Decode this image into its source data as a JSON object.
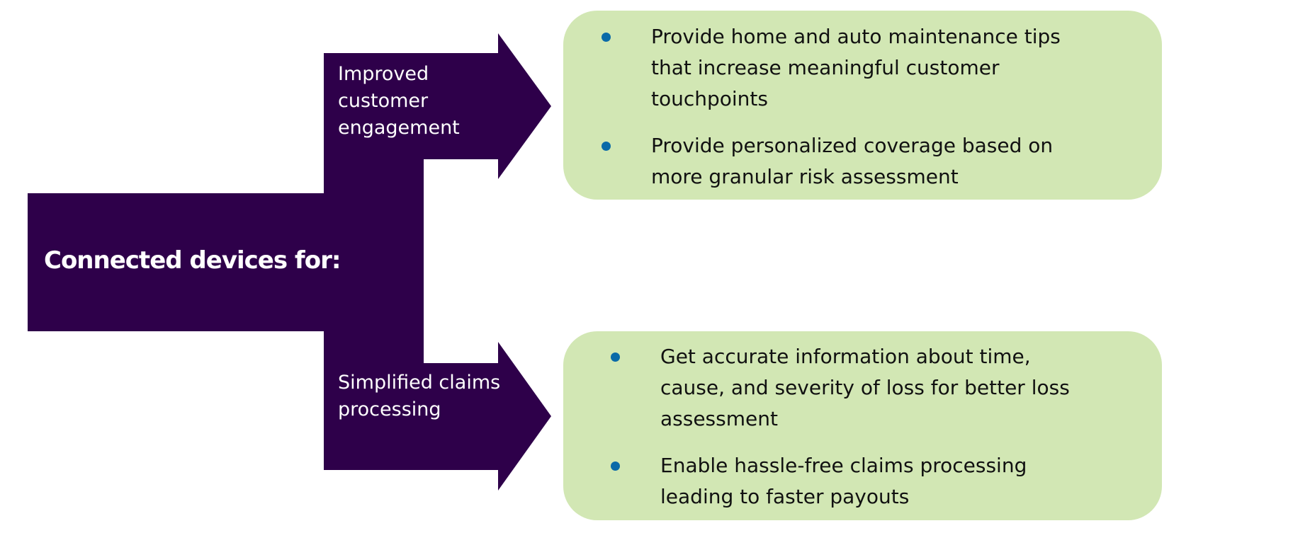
{
  "colors": {
    "primary": "#2e004a",
    "box": "#d2e7b4",
    "bullet": "#0a6aa8",
    "text_on_dark": "#ffffff"
  },
  "main_label": "Connected devices for:",
  "branches": [
    {
      "label": "Improved customer engagement",
      "bullets": [
        "Provide home and auto maintenance tips that increase meaningful customer touchpoints",
        "Provide personalized coverage based on more granular risk assessment"
      ]
    },
    {
      "label": "Simplified claims processing",
      "bullets": [
        "Get accurate information about time, cause, and severity of loss for better loss assessment",
        "Enable hassle-free claims processing leading to faster payouts"
      ]
    }
  ]
}
